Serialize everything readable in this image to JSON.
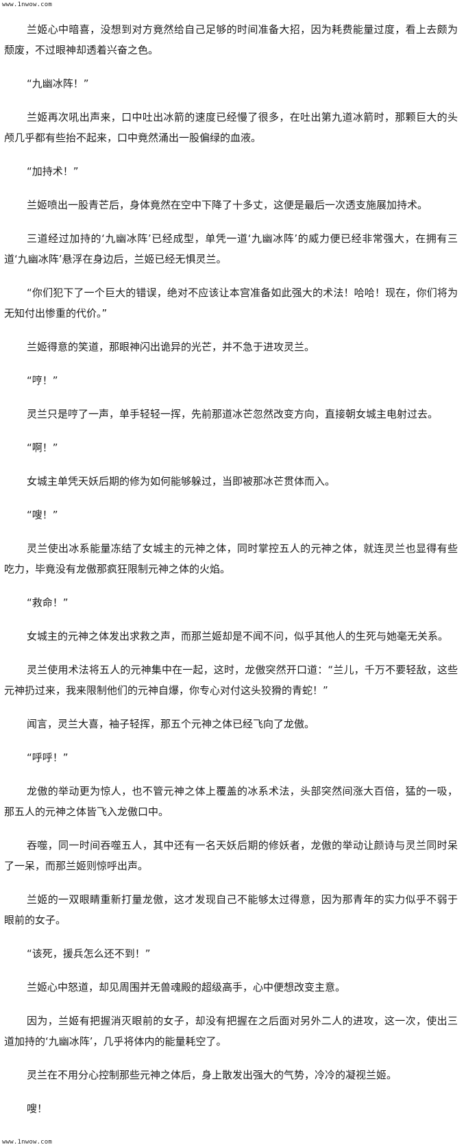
{
  "watermark_top": "www.1nwow.com",
  "watermark_bottom": "www.1nwow.com",
  "paragraphs": [
    "兰姬心中暗喜，没想到对方竟然给自己足够的时间准备大招，因为耗费能量过度，看上去颇为颓废，不过眼神却透着兴奋之色。",
    "“九幽冰阵！”",
    "兰姬再次吼出声来，口中吐出冰箭的速度已经慢了很多，在吐出第九道冰箭时，那颗巨大的头颅几乎都有些抬不起来，口中竟然涌出一股偏绿的血液。",
    "“加持术！”",
    "兰姬喷出一股青芒后，身体竟然在空中下降了十多丈，这便是最后一次透支施展加持术。",
    "三道经过加持的‘九幽冰阵’已经成型，单凭一道‘九幽冰阵’的威力便已经非常强大，在拥有三道‘九幽冰阵’悬浮在身边后，兰姬已经无惧灵兰。",
    "“你们犯下了一个巨大的错误，绝对不应该让本宫准备如此强大的术法！哈哈！现在，你们将为无知付出惨重的代价。”",
    "兰姬得意的笑道，那眼神闪出诡异的光芒，并不急于进攻灵兰。",
    "“哼！”",
    "灵兰只是哼了一声，单手轻轻一挥，先前那道冰芒忽然改变方向，直接朝女城主电射过去。",
    "“啊！”",
    "女城主单凭天妖后期的修为如何能够躲过，当即被那冰芒贯体而入。",
    "“嗖！”",
    "灵兰使出冰系能量冻结了女城主的元神之体，同时掌控五人的元神之体，就连灵兰也显得有些吃力，毕竟没有龙傲那疯狂限制元神之体的火焰。",
    "“救命！”",
    "女城主的元神之体发出求救之声，而那兰姬却是不闻不问，似乎其他人的生死与她毫无关系。",
    "灵兰使用术法将五人的元神集中在一起，这时，龙傲突然开口道：“兰儿，千万不要轻敌，这些元神扔过来，我来限制他们的元神自爆，你专心对付这头狡猾的青蛇！”",
    "闻言，灵兰大喜，袖子轻挥，那五个元神之体已经飞向了龙傲。",
    "“呼呼！”",
    "龙傲的举动更为惊人，也不管元神之体上覆盖的冰系术法，头部突然间涨大百倍，猛的一吸，那五人的元神之体皆飞入龙傲口中。",
    "吞噬，同一时间吞噬五人，其中还有一名天妖后期的修妖者，龙傲的举动让颜诗与灵兰同时呆了一呆，而那兰姬则惊呼出声。",
    "兰姬的一双眼睛重新打量龙傲，这才发现自己不能够太过得意，因为那青年的实力似乎不弱于眼前的女子。",
    "“该死，援兵怎么还不到！”",
    "兰姬心中怒道，却见周围并无兽魂殿的超级高手，心中便想改变主意。",
    "因为，兰姬有把握消灭眼前的女子，却没有把握在之后面对另外二人的进攻，这一次，使出三道加持的‘九幽冰阵’，几乎将体内的能量耗空了。",
    "灵兰在不用分心控制那些元神之体后，身上散发出强大的气势，冷冷的凝视兰姬。",
    "嗖！"
  ]
}
